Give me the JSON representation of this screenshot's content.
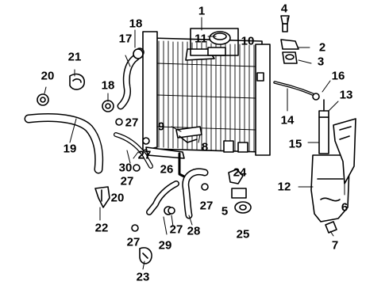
{
  "colors": {
    "ink": "#000000",
    "paper": "#ffffff"
  },
  "callouts": [
    "1",
    "2",
    "3",
    "4",
    "5",
    "6",
    "7",
    "8",
    "9",
    "10",
    "11",
    "12",
    "13",
    "14",
    "15",
    "16",
    "17",
    "18",
    "18",
    "19",
    "20",
    "20",
    "21",
    "22",
    "23",
    "24",
    "25",
    "26",
    "27",
    "27",
    "27",
    "27",
    "27",
    "27",
    "28",
    "29",
    "30"
  ]
}
